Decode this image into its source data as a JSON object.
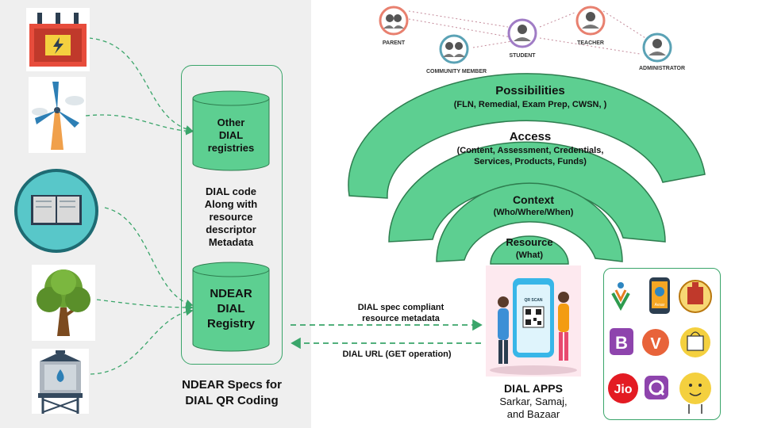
{
  "roles": {
    "parent": "PARENT",
    "student": "STUDENT",
    "teacher": "TEACHER",
    "community": "COMMUNITY MEMBER",
    "administrator": "ADMINISTRATOR"
  },
  "arcs": {
    "possibilities": {
      "title": "Possibilities",
      "sub": "(FLN, Remedial, Exam Prep, CWSN, )"
    },
    "access": {
      "title": "Access",
      "sub1": "(Content, Assessment, Credentials,",
      "sub2": "Services, Products, Funds)"
    },
    "context": {
      "title": "Context",
      "sub": "(Who/Where/When)"
    },
    "resource": {
      "title": "Resource",
      "sub": "(What)"
    }
  },
  "registry": {
    "other_line1": "Other",
    "other_line2": "DIAL",
    "other_line3": "registries",
    "middle_line1": "DIAL code",
    "middle_line2": "Along with",
    "middle_line3": "resource",
    "middle_line4": "descriptor",
    "middle_line5": "Metadata",
    "ndear_line1": "NDEAR",
    "ndear_line2": "DIAL",
    "ndear_line3": "Registry",
    "specs_line1": "NDEAR Specs for",
    "specs_line2": "DIAL QR Coding"
  },
  "flows": {
    "right_label_1": "DIAL spec compliant",
    "right_label_2": "resource metadata",
    "left_label": "DIAL URL (GET operation)"
  },
  "apps": {
    "title": "DIAL APPS",
    "line1": "Sarkar, Samaj,",
    "line2": "and Bazaar",
    "qr_label": "QR SCAN",
    "jio": "Jio",
    "avsar": "Avsar"
  },
  "colors": {
    "green": "#5dcf91",
    "dark_green": "#2e7d4f",
    "arrow_green": "#3aa56a",
    "panel_gray": "#efefef"
  }
}
